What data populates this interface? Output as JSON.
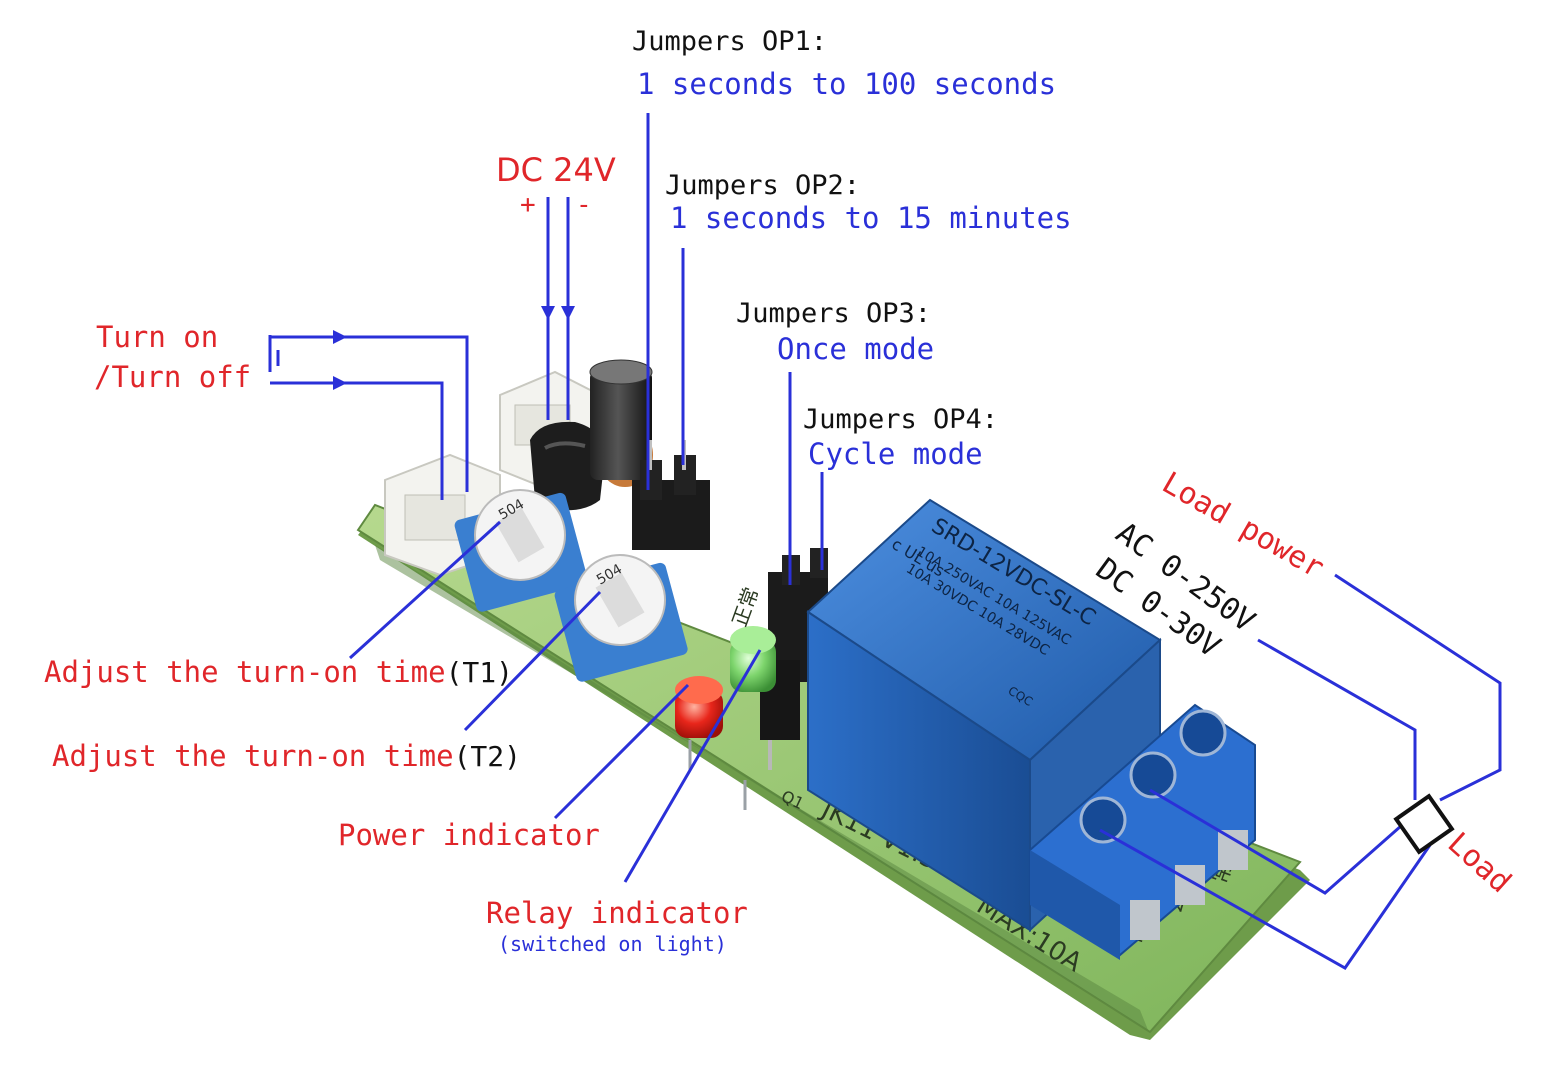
{
  "dc_supply": {
    "label": "DC 24V",
    "plus": "+",
    "minus": "-"
  },
  "op1": {
    "title": "Jumpers OP1:",
    "range": "1 seconds to 100 seconds"
  },
  "op2": {
    "title": "Jumpers OP2:",
    "range": "1 seconds to 15 minutes"
  },
  "op3": {
    "title": "Jumpers OP3:",
    "mode": "Once mode"
  },
  "op4": {
    "title": "Jumpers OP4:",
    "mode": "Cycle mode"
  },
  "switch": {
    "line1": "Turn on",
    "line2": "/Turn off"
  },
  "t1": {
    "text": "Adjust the turn-on time",
    "suffix": "(T1)"
  },
  "t2": {
    "text": "Adjust the turn-on time",
    "suffix": "(T2)"
  },
  "power_indicator": "Power indicator",
  "relay_indicator": {
    "label": "Relay indicator",
    "note": "(switched on light)"
  },
  "load_power": {
    "title": "Load power",
    "ac": "AC 0-250V",
    "dc": "DC 0-30V"
  },
  "load": "Load",
  "pcb": {
    "model": "JK11 V1.5",
    "max": "MAX:10A",
    "q1": "Q1",
    "pot_value": "504",
    "relay_lines": [
      "SRD-12VDC-SL-C",
      "10A 250VAC 10A 125VAC",
      "10A 30VDC 10A 28VDC"
    ],
    "relay_cert": "c UL us",
    "relay_cqc": "CQC",
    "terminal_labels": [
      "常闭",
      "公共",
      "常开"
    ],
    "mode_label": "正常"
  },
  "colors": {
    "line_blue": "#2a30d8",
    "text_red": "#e0262a",
    "pcb_green": "#8fc46a",
    "relay_blue": "#2d6fc4"
  }
}
